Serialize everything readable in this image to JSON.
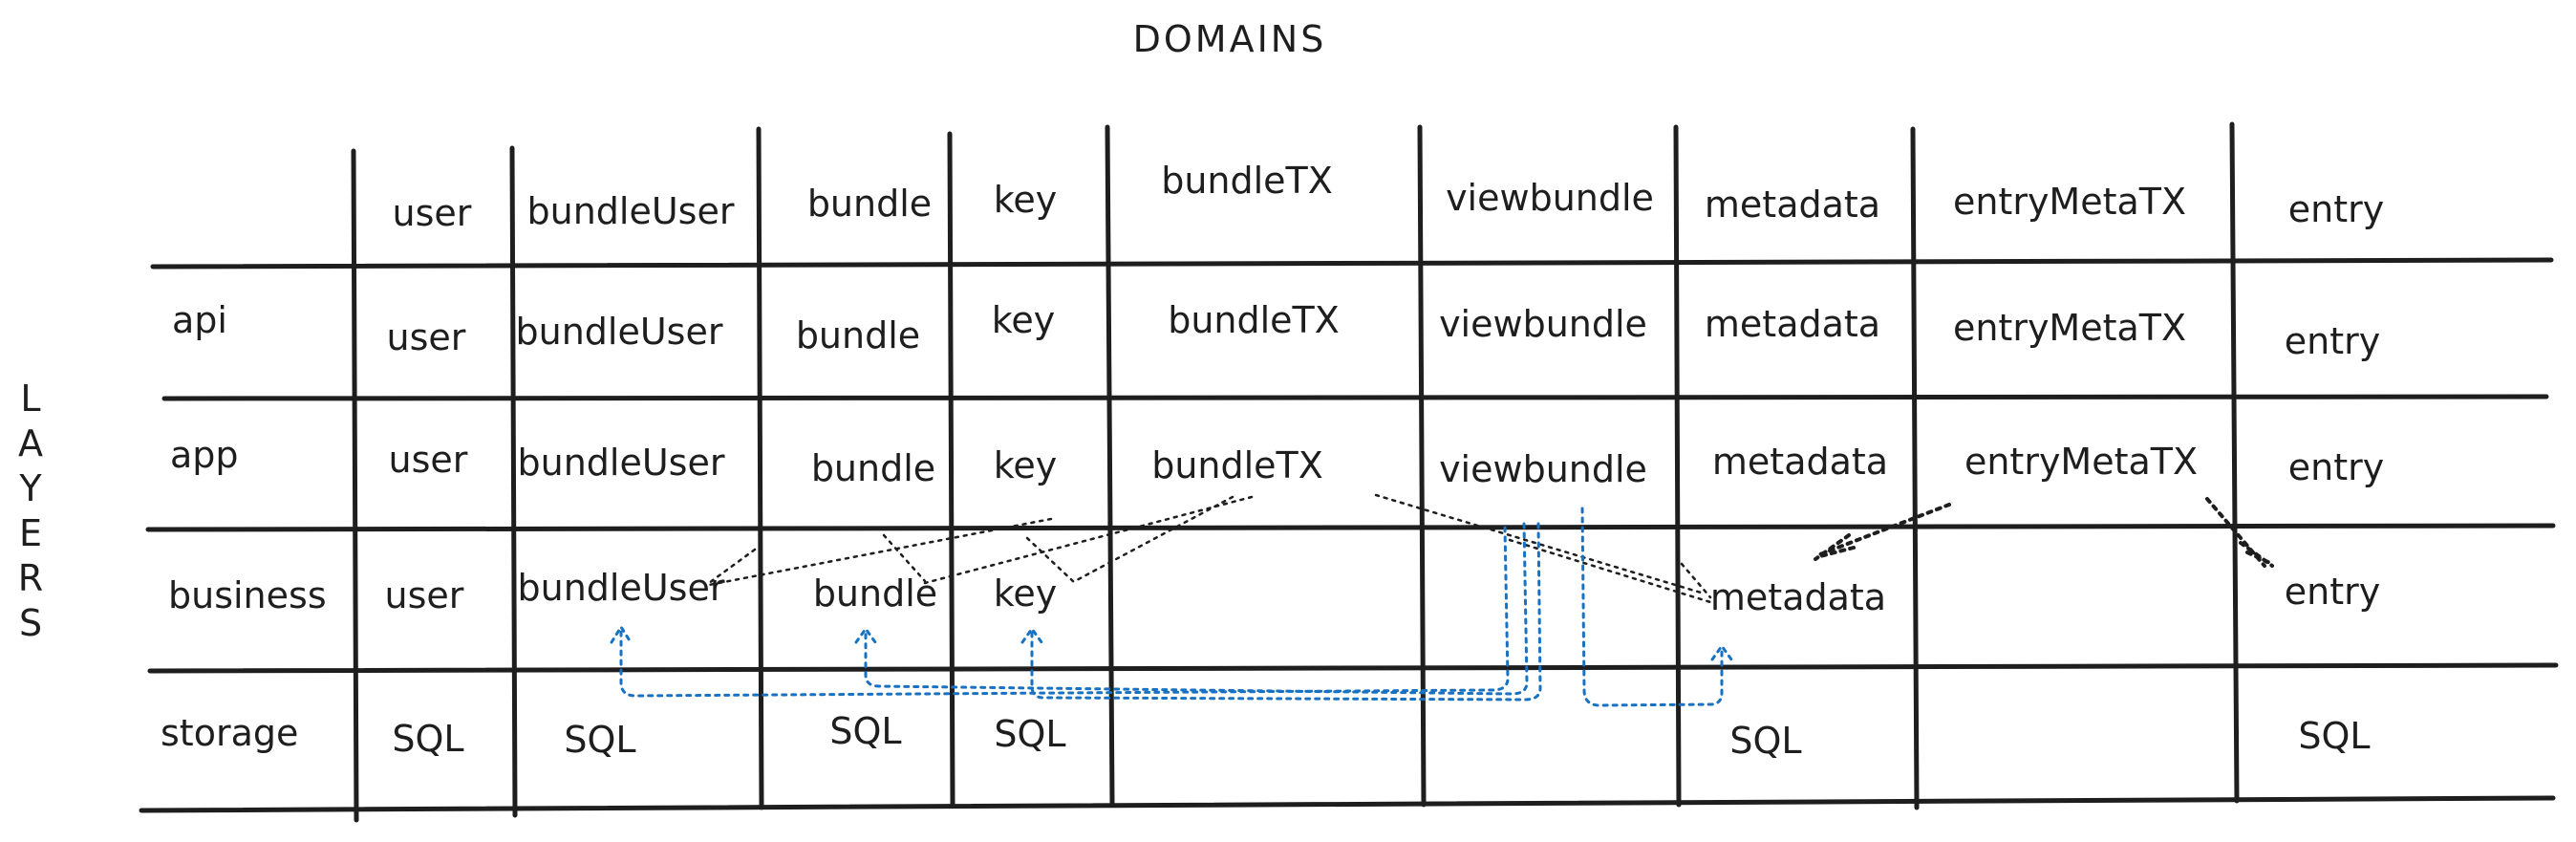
{
  "diagram": {
    "title": "DOMAINS",
    "side_label": "LAYERS",
    "side_label_letters": [
      "L",
      "A",
      "Y",
      "E",
      "R",
      "S"
    ],
    "header_row": [
      "user",
      "bundleUser",
      "bundle",
      "key",
      "bundleTX",
      "viewbundle",
      "metadata",
      "entryMetaTX",
      "entry"
    ],
    "rows": [
      {
        "layer": "api",
        "cells": [
          "user",
          "bundleUser",
          "bundle",
          "key",
          "bundleTX",
          "viewbundle",
          "metadata",
          "entryMetaTX",
          "entry"
        ]
      },
      {
        "layer": "app",
        "cells": [
          "user",
          "bundleUser",
          "bundle",
          "key",
          "bundleTX",
          "viewbundle",
          "metadata",
          "entryMetaTX",
          "entry"
        ]
      },
      {
        "layer": "business",
        "cells": [
          "user",
          "bundleUser",
          "bundle",
          "key",
          "",
          "",
          "metadata",
          "",
          "entry"
        ]
      },
      {
        "layer": "storage",
        "cells": [
          "SQL",
          "SQL",
          "SQL",
          "SQL",
          "",
          "",
          "SQL",
          "",
          "SQL"
        ]
      }
    ],
    "colors": {
      "ink": "#1e1e1e",
      "storage_link": "#1971c2",
      "background": "#ffffff"
    }
  }
}
